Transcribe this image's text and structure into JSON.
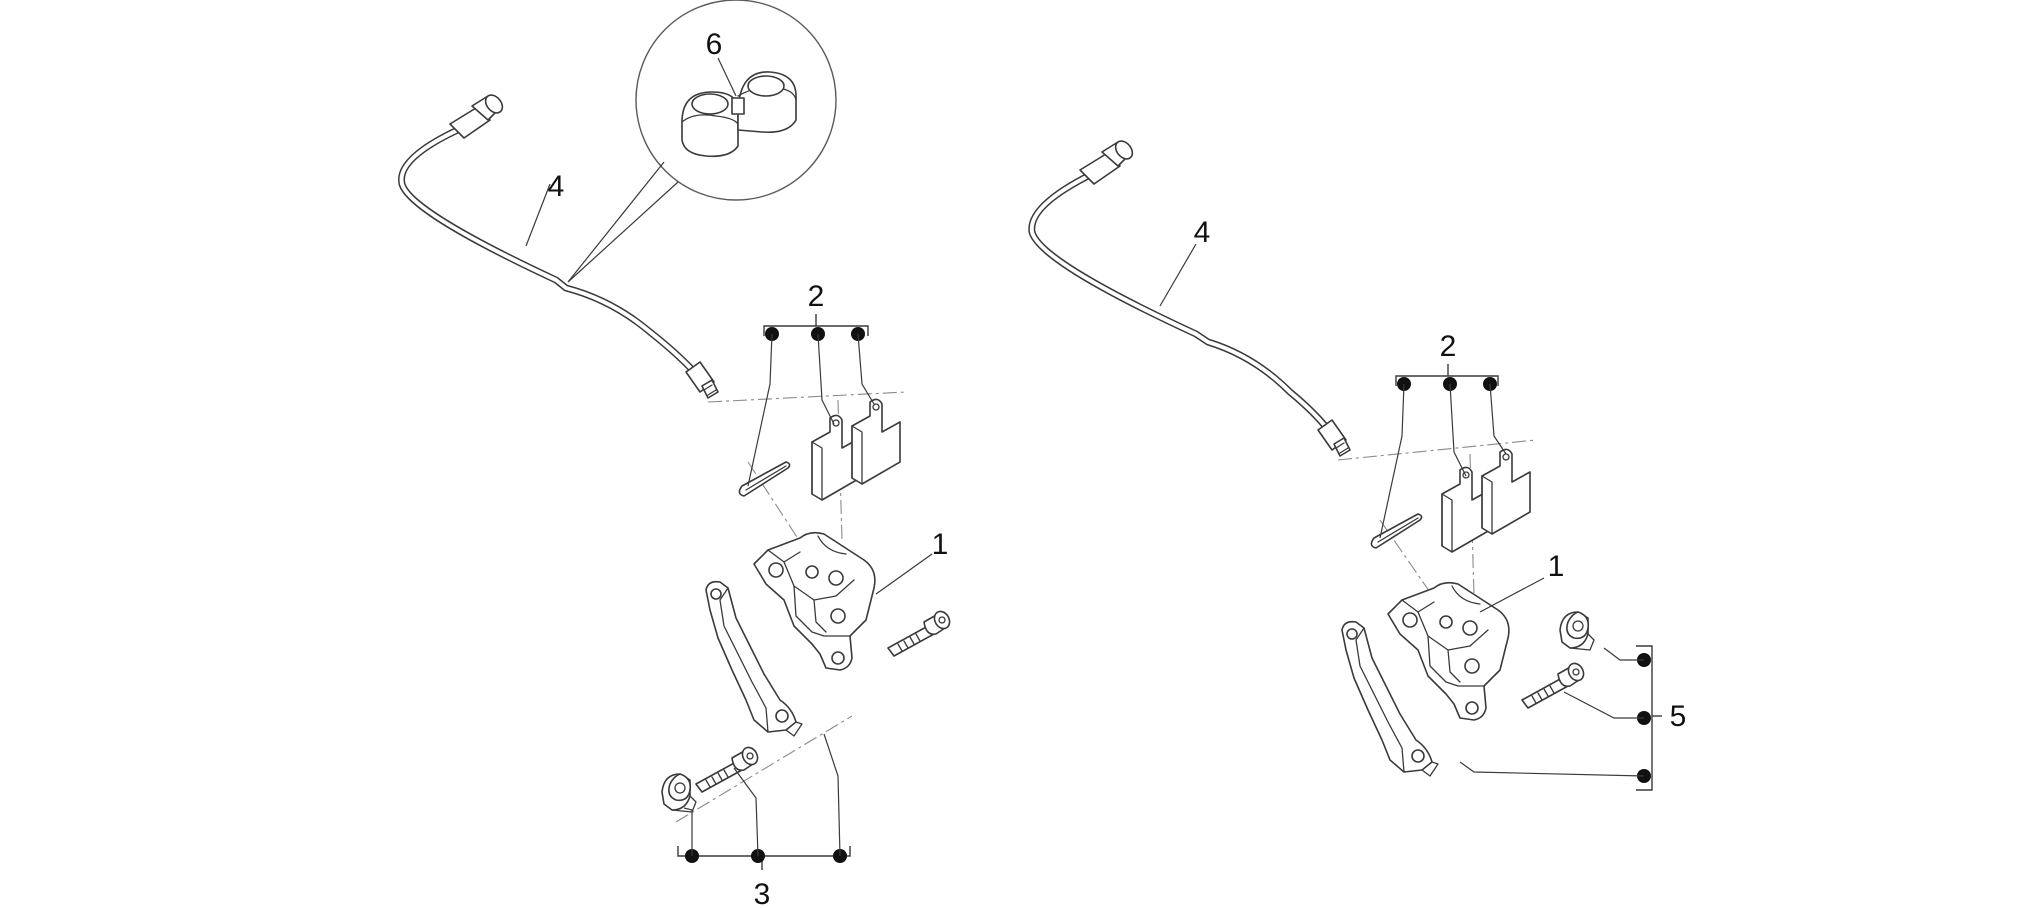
{
  "callouts": {
    "left_caliper": "1",
    "left_pads": "2",
    "left_mount": "3",
    "left_hose": "4",
    "hose_clip": "6",
    "right_caliper": "1",
    "right_pads": "2",
    "right_hose": "4",
    "right_mount": "5"
  }
}
